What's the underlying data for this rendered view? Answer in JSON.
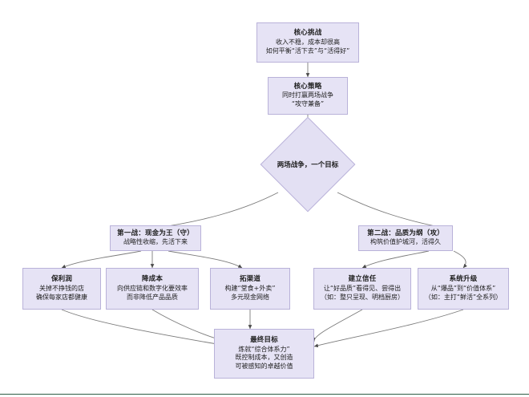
{
  "diagram": {
    "type": "flowchart",
    "orientation": "top-down",
    "nodes": {
      "core_challenge": {
        "title": "核心挑战",
        "line1": "收入不稳，成本却很高",
        "line2": "如何平衡“活下去”与“活得好”"
      },
      "core_strategy": {
        "title": "核心策略",
        "line1": "同时打赢两场战争",
        "line2": "“攻守兼备”"
      },
      "decision": {
        "label": "两场战争，一个目标"
      },
      "battle_one": {
        "title": "第一战：现金为王（守）",
        "line1": "战略性收缩，先活下来"
      },
      "battle_two": {
        "title": "第二战：品质为纲（攻）",
        "line1": "构筑价值护城河，活得久"
      },
      "protect_profit": {
        "title": "保利润",
        "line1": "关掉不挣钱的店",
        "line2": "确保每家店都健康"
      },
      "reduce_cost": {
        "title": "降成本",
        "line1": "向供应链和数字化要效率",
        "line2": "而非降低产品品质"
      },
      "expand_channel": {
        "title": "拓渠道",
        "line1": "构建“堂食+外卖”",
        "line2": "多元现金网络"
      },
      "build_trust": {
        "title": "建立信任",
        "line1": "让“好品质”看得见、尝得出",
        "line2": "（如：整只呈现、明档厨房）"
      },
      "system_upgrade": {
        "title": "系统升级",
        "line1": "从“爆品”到“价值体系”",
        "line2": "（如：主打“鲜活”全系列）"
      },
      "final_goal": {
        "title": "最终目标",
        "line1": "炼就“综合体系力”",
        "line2": "既控制成本，又创造",
        "line3": "可被感知的卓越价值"
      }
    },
    "colors": {
      "node_fill": "#e6e3f5",
      "node_border": "#b9b2d9",
      "edge": "#6f6f6f",
      "text": "#1d1d1d",
      "bottom_rule": "#2f5d46"
    }
  }
}
